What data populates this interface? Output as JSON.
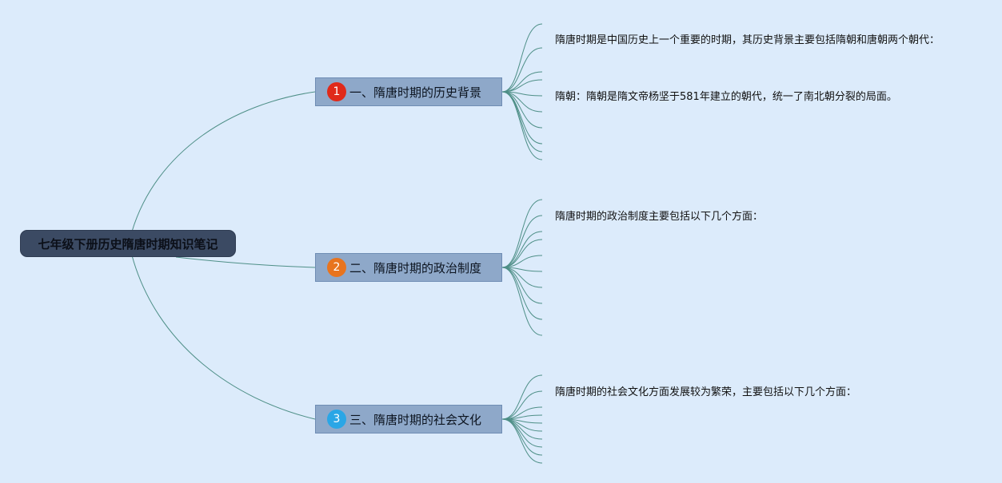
{
  "root": {
    "label": "七年级下册历史隋唐时期知识笔记"
  },
  "branches": [
    {
      "number": "1",
      "label": "一、隋唐时期的历史背景",
      "badge_color": "#e02a1a",
      "notes": [
        "隋唐时期是中国历史上一个重要的时期，其历史背景主要包括隋朝和唐朝两个朝代：",
        "隋朝：隋朝是隋文帝杨坚于581年建立的朝代，统一了南北朝分裂的局面。"
      ]
    },
    {
      "number": "2",
      "label": "二、隋唐时期的政治制度",
      "badge_color": "#e8741e",
      "notes": [
        "隋唐时期的政治制度主要包括以下几个方面："
      ]
    },
    {
      "number": "3",
      "label": "三、隋唐时期的社会文化",
      "badge_color": "#2aa6e6",
      "notes": [
        "隋唐时期的社会文化方面发展较为繁荣，主要包括以下几个方面："
      ]
    }
  ],
  "colors": {
    "background": "#dcebfb",
    "connector": "#4e8f87",
    "root_fill": "#3b4a63",
    "branch_fill": "#8ea8c9"
  }
}
